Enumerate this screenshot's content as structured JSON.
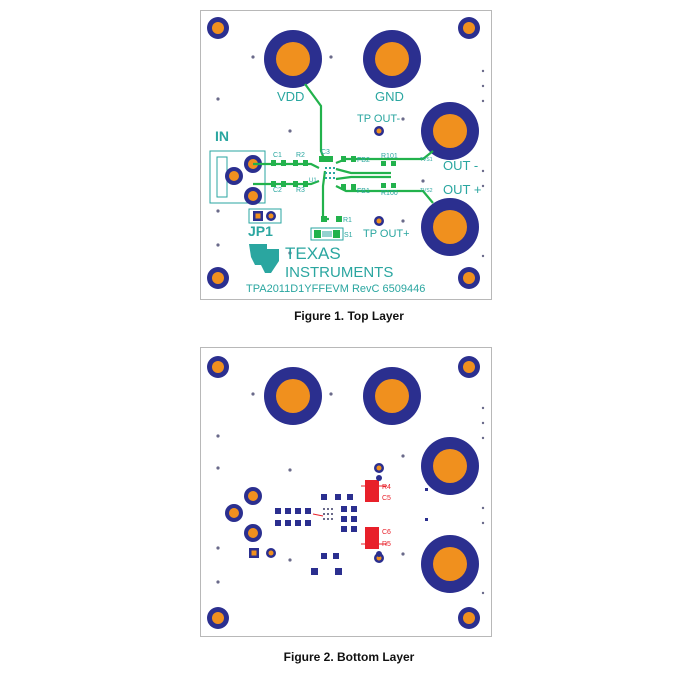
{
  "figures": [
    {
      "caption": "Figure 1. Top Layer",
      "labels": {
        "vdd": "VDD",
        "gnd": "GND",
        "in": "IN",
        "jp1": "JP1",
        "tp_out_minus": "TP OUT-",
        "tp_out_plus": "TP OUT+",
        "out_minus": "OUT -",
        "out_plus": "OUT +",
        "c1": "C1",
        "c2": "C2",
        "r2": "R2",
        "r3": "R3",
        "c3": "C3",
        "u1": "U1",
        "fb2": "FB2",
        "fb1": "FB1",
        "r101": "R101",
        "r100": "R100",
        "tvs1": "TVS1",
        "tvs2": "TVS2",
        "r1": "R1",
        "s1": "S1",
        "logo_line1": "TEXAS",
        "logo_line2": "INSTRUMENTS",
        "board_id": "TPA2011D1YFFEVM RevC 6509446"
      }
    },
    {
      "caption": "Figure 2. Bottom Layer",
      "labels": {
        "r4": "R4",
        "c5": "C5",
        "c6": "C6",
        "r5": "R5"
      }
    }
  ],
  "colors": {
    "silkscreen": "#2aa6a0",
    "pad_ring": "#2b2f8f",
    "copper": "#f0901e",
    "trace": "#22b24c",
    "bottom_pad": "#e8202a",
    "outline": "#b8b8b8"
  }
}
